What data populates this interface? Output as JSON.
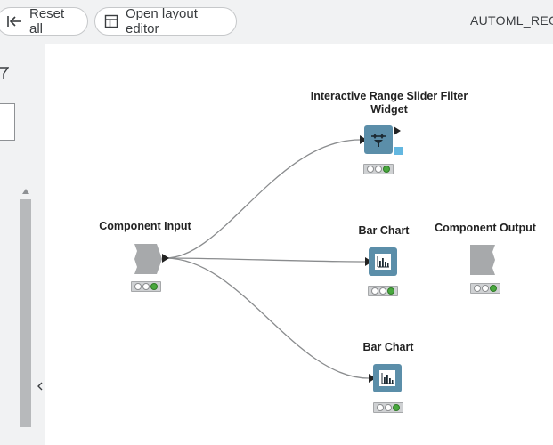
{
  "toolbar": {
    "reset_label": "Reset all",
    "layout_label": "Open layout editor",
    "workflow_name": "AUTOML_REGR"
  },
  "canvas": {
    "nodes": [
      {
        "label": "Interactive Range Slider Filter\nWidget",
        "icon": "range-slider-filter-icon"
      },
      {
        "label": "Component Input",
        "icon": "component-input-icon"
      },
      {
        "label": "Bar Chart",
        "icon": "bar-chart-icon"
      },
      {
        "label": "Component Output",
        "icon": "component-output-icon"
      },
      {
        "label": "Bar Chart",
        "icon": "bar-chart-icon"
      }
    ]
  },
  "colors": {
    "node_blue": "#5b8ea9",
    "node_gray": "#a7a9ab",
    "status_green": "#49a83e",
    "toolbar_bg": "#f1f2f3"
  }
}
